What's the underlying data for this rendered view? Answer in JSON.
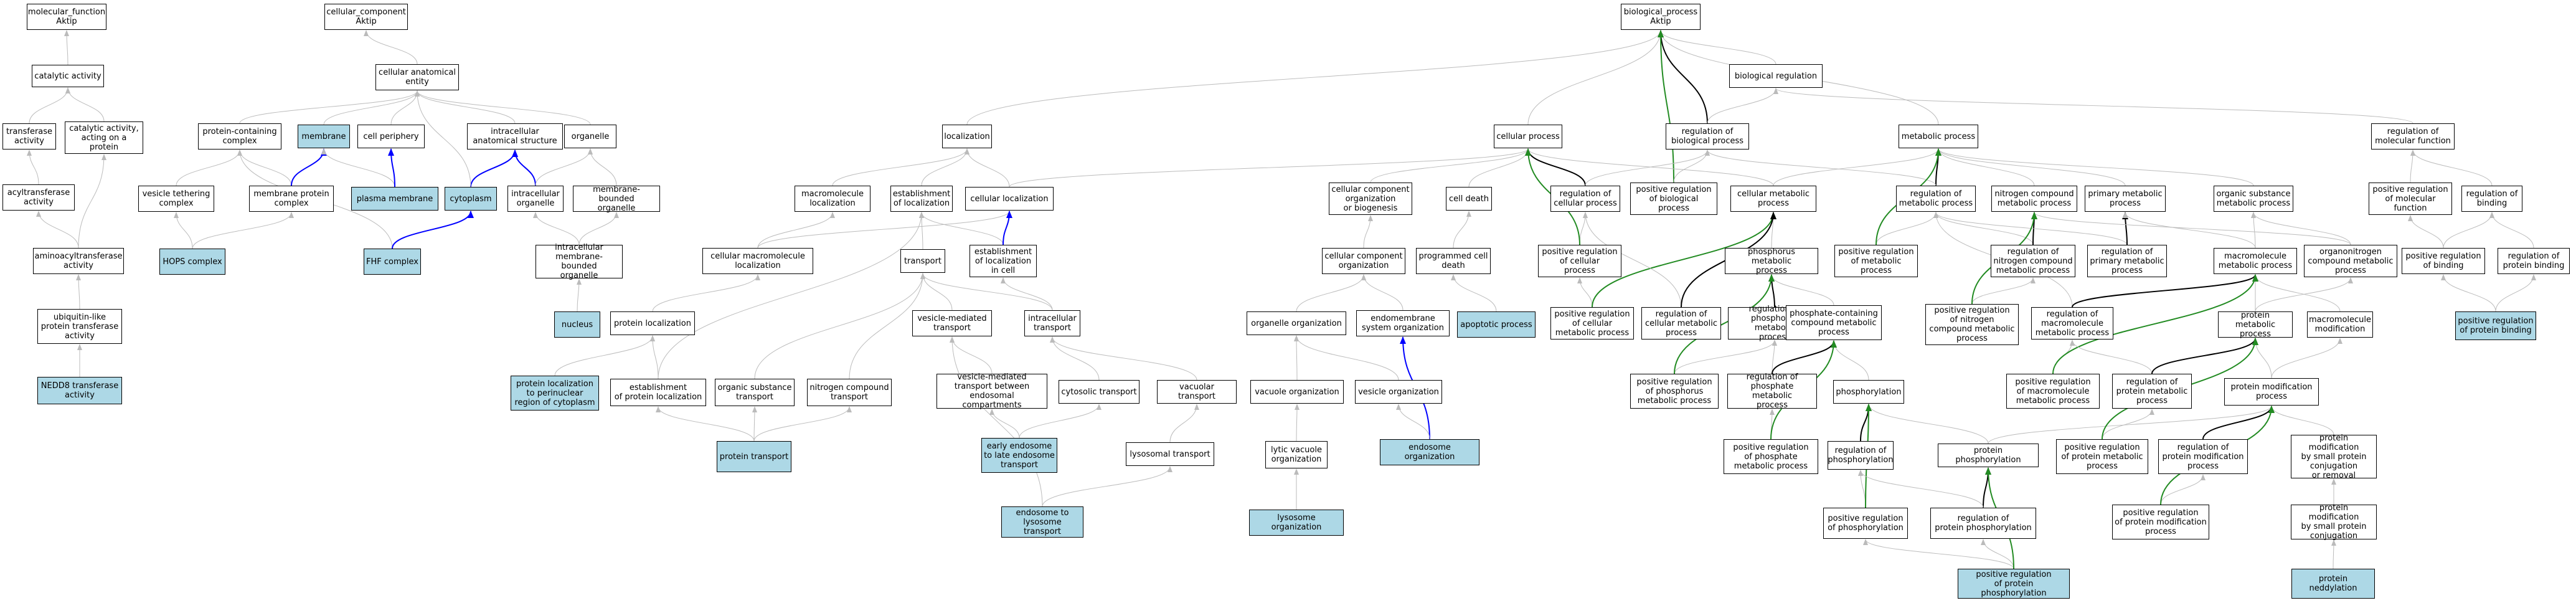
{
  "colors": {
    "highlight": "#add8e6",
    "edge_default": "#bbbbbb",
    "edge_black": "#000000",
    "edge_blue": "#0000ff",
    "edge_green": "#228b22"
  },
  "nodes": {
    "n_mf_aktip": "molecular_function\nAktip",
    "n_catalytic": "catalytic activity",
    "n_transferase": "transferase\nactivity",
    "n_cat_protein": "catalytic activity,\nacting on a\nprotein",
    "n_acyltrans": "acyltransferase\nactivity",
    "n_aminoacyl": "aminoacyltransferase\nactivity",
    "n_ubl_trans": "ubiquitin-like\nprotein transferase\nactivity",
    "n_nedd8_trans": "NEDD8 transferase\nactivity",
    "n_cc_aktip": "cellular_component\nAktip",
    "n_cae": "cellular anatomical\nentity",
    "n_pcc": "protein-containing\ncomplex",
    "n_membrane": "membrane",
    "n_cell_periph": "cell periphery",
    "n_intra_anat": "intracellular\nanatomical structure",
    "n_organelle": "organelle",
    "n_vtc": "vesicle tethering\ncomplex",
    "n_mpc": "membrane protein\ncomplex",
    "n_plasma_mem": "plasma membrane",
    "n_cytoplasm": "cytoplasm",
    "n_intra_org": "intracellular\norganelle",
    "n_mbo": "membrane-bounded\norganelle",
    "n_imbo": "intracellular\nmembrane-bounded\norganelle",
    "n_hops": "HOPS complex",
    "n_fhf": "FHF complex",
    "n_nucleus": "nucleus",
    "n_bp_aktip": "biological_process\nAktip",
    "n_bio_reg": "biological regulation",
    "n_localization": "localization",
    "n_cell_proc": "cellular process",
    "n_reg_bp": "regulation of\nbiological process",
    "n_metab": "metabolic process",
    "n_reg_molfunc": "regulation of\nmolecular function",
    "n_macro_loc": "macromolecule\nlocalization",
    "n_est_loc": "establishment\nof localization",
    "n_cell_loc": "cellular localization",
    "n_ccob": "cellular component\norganization\nor biogenesis",
    "n_cell_death": "cell death",
    "n_reg_cp": "regulation of\ncellular process",
    "n_pos_reg_bp": "positive regulation\nof biological\nprocess",
    "n_cell_metab": "cellular metabolic\nprocess",
    "n_reg_metab": "regulation of\nmetabolic process",
    "n_ncmp": "nitrogen compound\nmetabolic process",
    "n_pmp": "primary metabolic\nprocess",
    "n_osmp": "organic substance\nmetabolic process",
    "n_pos_reg_molfunc": "positive regulation\nof molecular\nfunction",
    "n_reg_binding": "regulation of\nbinding",
    "n_cml": "cellular macromolecule\nlocalization",
    "n_transport": "transport",
    "n_est_loc_cell": "establishment\nof localization\nin cell",
    "n_cco": "cellular component\norganization",
    "n_pcd": "programmed cell\ndeath",
    "n_pos_reg_cp": "positive regulation\nof cellular\nprocess",
    "n_phos_mp": "phosphorus metabolic\nprocess",
    "n_pos_reg_metab": "positive regulation\nof metabolic\nprocess",
    "n_reg_ncmp": "regulation of\nnitrogen compound\nmetabolic process",
    "n_reg_pmp": "regulation of\nprimary metabolic\nprocess",
    "n_mmp": "macromolecule\nmetabolic process",
    "n_oncmp": "organonitrogen\ncompound metabolic\nprocess",
    "n_pos_reg_binding": "positive regulation\nof binding",
    "n_reg_prot_binding": "regulation of\nprotein binding",
    "n_prot_loc": "protein localization",
    "n_vmt": "vesicle-mediated\ntransport",
    "n_intra_transport": "intracellular\ntransport",
    "n_org_org": "organelle organization",
    "n_endo_org": "endomembrane\nsystem organization",
    "n_apoptotic": "apoptotic process",
    "n_pos_reg_cmp": "positive regulation\nof cellular\nmetabolic process",
    "n_reg_cmp": "regulation of\ncellular metabolic\nprocess",
    "n_reg_phos_mp": "regulation of\nphosphorus metabolic\nprocess",
    "n_pccmp": "phosphate-containing\ncompound metabolic\nprocess",
    "n_pos_reg_ncmp": "positive regulation\nof nitrogen\ncompound metabolic\nprocess",
    "n_reg_mmp": "regulation of\nmacromolecule\nmetabolic process",
    "n_prot_mp": "protein metabolic\nprocess",
    "n_mm": "macromolecule\nmodification",
    "n_pos_reg_prot_binding": "positive regulation\nof protein binding",
    "n_prot_loc_perinuc": "protein localization\nto perinuclear\nregion of cytoplasm",
    "n_est_prot_loc": "establishment\nof protein localization",
    "n_ost": "organic substance\ntransport",
    "n_nct": "nitrogen compound\ntransport",
    "n_vmt_endo": "vesicle-mediated\ntransport between\nendosomal compartments",
    "n_cyt_transport": "cytosolic transport",
    "n_vac_transport": "vacuolar transport",
    "n_vac_org": "vacuole organization",
    "n_ves_org": "vesicle organization",
    "n_endosome_org": "endosome organization",
    "n_pos_reg_phos_mp": "positive regulation\nof phosphorus\nmetabolic process",
    "n_reg_phosphate_mp": "regulation of\nphosphate metabolic\nprocess",
    "n_phosphorylation": "phosphorylation",
    "n_pos_reg_mmp": "positive regulation\nof macromolecule\nmetabolic process",
    "n_reg_prot_mp": "regulation of\nprotein metabolic\nprocess",
    "n_prot_mod": "protein modification\nprocess",
    "n_prot_transport": "protein transport",
    "n_early_late": "early endosome\nto late endosome\ntransport",
    "n_lys_transport": "lysosomal transport",
    "n_lytic_vac": "lytic vacuole\norganization",
    "n_pos_reg_phosphate_mp": "positive regulation\nof phosphate\nmetabolic process",
    "n_reg_phosphorylation": "regulation of\nphosphorylation",
    "n_prot_phos": "protein phosphorylation",
    "n_pos_reg_prot_mp": "positive regulation\nof protein metabolic\nprocess",
    "n_reg_prot_mod": "regulation of\nprotein modification\nprocess",
    "n_pmsp_conj_rem": "protein modification\nby small protein\nconjugation\nor removal",
    "n_endo_lyso": "endosome to\nlysosome transport",
    "n_lyso_org": "lysosome organization",
    "n_pos_reg_phosphorylation": "positive regulation\nof phosphorylation",
    "n_reg_prot_phos": "regulation of\nprotein phosphorylation",
    "n_pos_reg_prot_mod": "positive regulation\nof protein modification\nprocess",
    "n_pmsp_conj": "protein modification\nby small protein\nconjugation",
    "n_pos_reg_prot_phos": "positive regulation\nof protein phosphorylation",
    "n_neddylation": "protein neddylation"
  }
}
